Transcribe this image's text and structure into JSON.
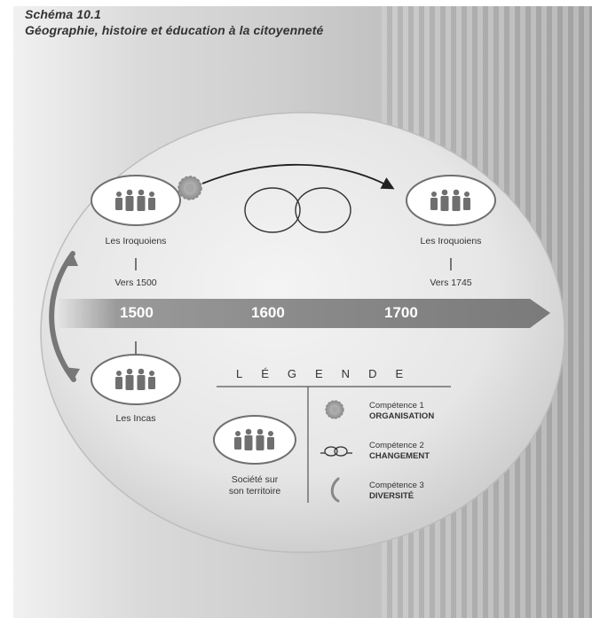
{
  "header": {
    "schema": "Schéma 10.1",
    "title": "Géographie, histoire et éducation à la citoyenneté"
  },
  "societies": [
    {
      "name": "Les Iroquoiens",
      "date": "Vers 1500"
    },
    {
      "name": "Les Iroquoiens",
      "date": "Vers 1745"
    },
    {
      "name": "Les Incas"
    }
  ],
  "timeline": [
    "1500",
    "1600",
    "1700"
  ],
  "legend": {
    "title": "LÉGENDE",
    "society_line1": "Société sur",
    "society_line2": "son territoire",
    "competences": [
      {
        "title": "Compétence 1",
        "name": "ORGANISATION",
        "icon": "gear-icon"
      },
      {
        "title": "Compétence 2",
        "name": "CHANGEMENT",
        "icon": "loop-icon"
      },
      {
        "title": "Compétence 3",
        "name": "DIVERSITÉ",
        "icon": "swoosh-icon"
      }
    ]
  },
  "colors": {
    "background_light": "#f1f1f1",
    "background_dark": "#a9a9a9",
    "timeline_bar": "#8a8a8a",
    "icon_gray": "#6f6f6f",
    "text": "#333333"
  }
}
